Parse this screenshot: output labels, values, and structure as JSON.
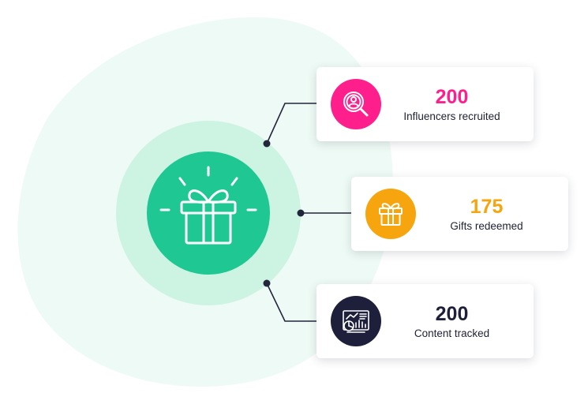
{
  "colors": {
    "blob": "#eefaf5",
    "halo": "#cdf3e2",
    "hub": "#1fc793",
    "connector": "#23253a",
    "card_text": "#1f2035"
  },
  "hub": {
    "icon": "gift-icon"
  },
  "stats": [
    {
      "value": "200",
      "label": "Influencers recruited",
      "icon": "influencer-search-icon",
      "color": "#ff1f8c"
    },
    {
      "value": "175",
      "label": "Gifts redeemed",
      "icon": "gift-icon",
      "color": "#f6a50e"
    },
    {
      "value": "200",
      "label": "Content tracked",
      "icon": "analytics-dashboard-icon",
      "color": "#1e1f3b"
    }
  ]
}
